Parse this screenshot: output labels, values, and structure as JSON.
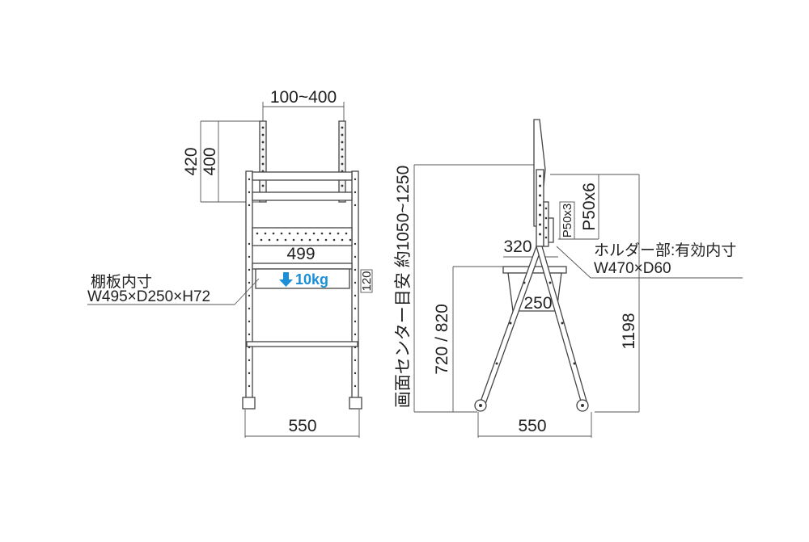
{
  "front_view": {
    "vesa_width": "100~400",
    "bracket_outer_height": "420",
    "bracket_inner_height": "400",
    "shelf_width": "499",
    "load": "10kg",
    "shelf_gap": "120",
    "shelf_inner_label": "棚板内寸",
    "shelf_inner_size": "W495×D250×H72",
    "base_width": "550"
  },
  "side_view": {
    "screen_center": "画面センター目安 約1050~1250",
    "pitch_6": "P50x6",
    "pitch_3": "P50x3",
    "holder_label": "ホルダー部:有効内寸",
    "holder_size": "W470×D60",
    "top_depth": "320",
    "shelf_height": "720 / 820",
    "total_height": "1198",
    "shelf_depth": "250",
    "base_depth": "550"
  },
  "colors": {
    "load_accent": "#1a8fd8",
    "line": "#333333"
  },
  "icons": {
    "load_arrow": "arrow-down-icon"
  }
}
